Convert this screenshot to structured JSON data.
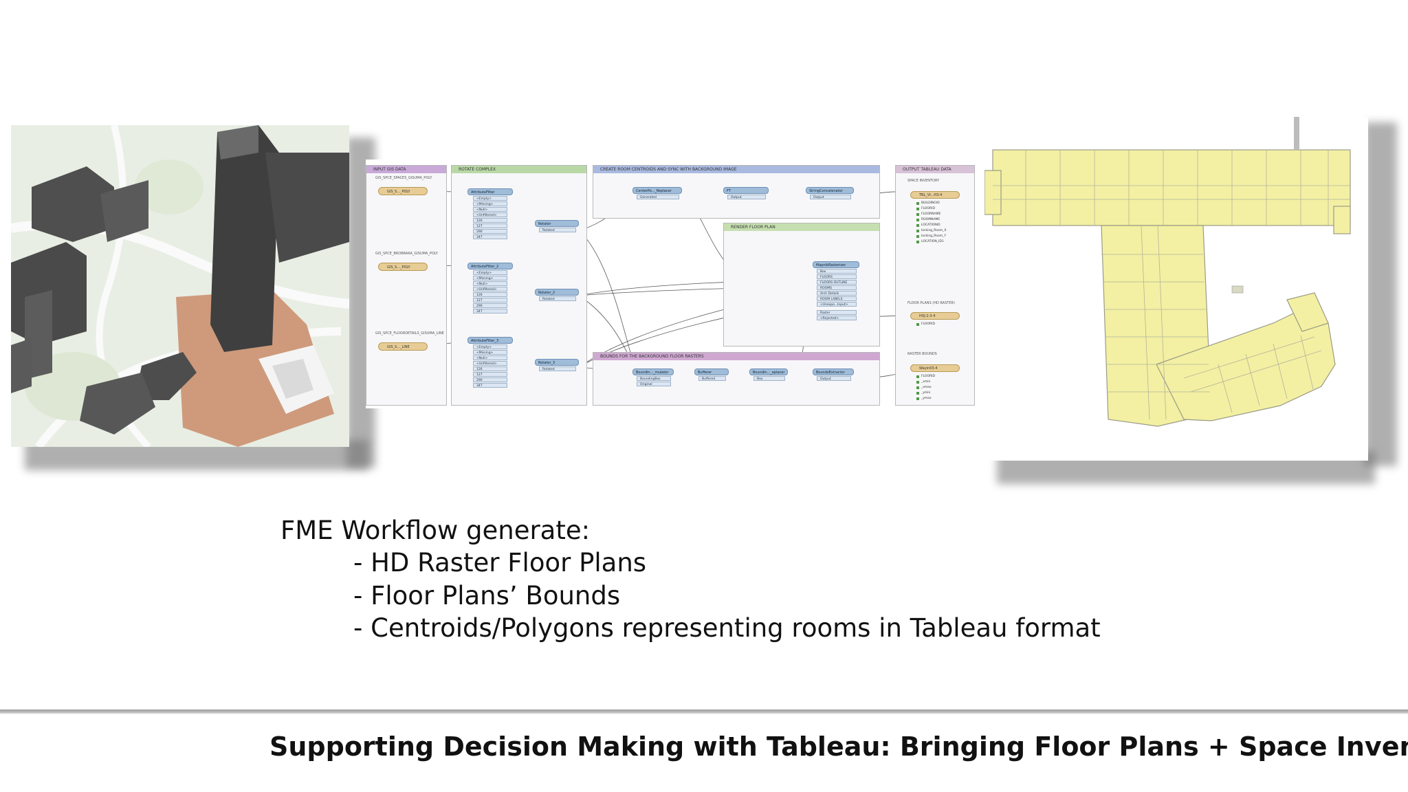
{
  "slide": {
    "body_heading": "FME Workflow generate:",
    "bullets": [
      "- HD Raster Floor Plans",
      "- Floor Plans’ Bounds",
      "- Centroids/Polygons representing rooms in Tableau format"
    ],
    "footer_title": "Supporting Decision Making with Tableau: Bringing Floor Plans + Space Inventory"
  },
  "workflow": {
    "bookmarks": {
      "input": "INPUT GIS DATA",
      "rotate": "ROTATE COMPLEX",
      "centroids": "CREATE ROOM CENTROIDS AND SYNC WITH BACKGROUND IMAGE",
      "render": "RENDER FLOOR PLAN",
      "bounds": "BOUNDS FOR THE BACKGROUND FLOOR RASTERS",
      "output": "OUTPUT TABLEAU DATA"
    },
    "readers": [
      {
        "label": "GIS_SPCE_SPACES_GISUMA_POLY",
        "node": "GIS_S..._POLY"
      },
      {
        "label": "GIS_SPCE_BROBRAKA_GISUMA_POLY",
        "node": "GIS_S..._POLY"
      },
      {
        "label": "GIS_SPCE_FLOORDETAILS_GISUMA_LINE",
        "node": "GIS_S..._LINE"
      }
    ],
    "filter_ports": [
      "<Empty>",
      "<Missing>",
      "<Null>",
      "<Unfiltered>",
      "126",
      "127",
      "290",
      "347"
    ],
    "filters": [
      "AttributeFilter",
      "AttributeFilter_2",
      "AttributeFilter_3"
    ],
    "rotators": [
      {
        "name": "Rotator",
        "port": "Rotated"
      },
      {
        "name": "Rotator_2",
        "port": "Rotated"
      },
      {
        "name": "Rotator_3",
        "port": "Rotated"
      }
    ],
    "centroid_nodes": [
      {
        "name": "CenterPo..._Replacer",
        "port": "Generated"
      },
      {
        "name": "FT",
        "port": "Output"
      },
      {
        "name": "StringConcatenator",
        "port": "Output"
      }
    ],
    "render_node": {
      "name": "MapnikRasterizer",
      "ports": [
        "Box",
        "FLOORS",
        "FLOORS-OUTLINE",
        "ROOMS",
        "Arch Details",
        "ROOM LABELS",
        "<Unexpo...Input>"
      ],
      "outputs": [
        "Raster",
        "<Rejected>"
      ]
    },
    "bounds_nodes": [
      {
        "name": "Boundin..._mulator",
        "ports": [
          "BoundingBox",
          "Original"
        ]
      },
      {
        "name": "Bufferer",
        "ports": [
          "Buffered"
        ]
      },
      {
        "name": "Boundin..._eplacer",
        "ports": [
          "Box"
        ]
      },
      {
        "name": "BoundsExtractor",
        "ports": [
          "Output"
        ]
      }
    ],
    "outputs": [
      {
        "section": "SPACE INVENTORY",
        "writer": "TBL_VI...H3-4",
        "attrs": [
          "BUILDINGID",
          "FLOORID",
          "FLOORNAME",
          "ROOMNAME",
          "LOCATIONID",
          "locking_Room_X",
          "locking_Room_Y",
          "LOCATION_ID1"
        ]
      },
      {
        "section": "FLOOR PLANS (HD RASTER)",
        "writer": "HXJ-2-3-4",
        "attrs": [
          "FLOORID"
        ]
      },
      {
        "section": "RASTER BOUNDS",
        "writer": "Wayin03-4",
        "attrs": [
          "FLOORID",
          "_xmin",
          "_xmax",
          "_ymin",
          "_ymax"
        ]
      }
    ]
  },
  "colors": {
    "bookmark_input": "#c9a9d8",
    "bookmark_rotate": "#b9d8a6",
    "bookmark_centroids": "#a9b9e0",
    "bookmark_render": "#c6dfb0",
    "bookmark_bounds": "#cfa8d2",
    "bookmark_output": "#d8c2d8",
    "floor": "#f3f0a3",
    "building_roof": "#d8d0b8",
    "plaza": "#cf8f6a"
  }
}
